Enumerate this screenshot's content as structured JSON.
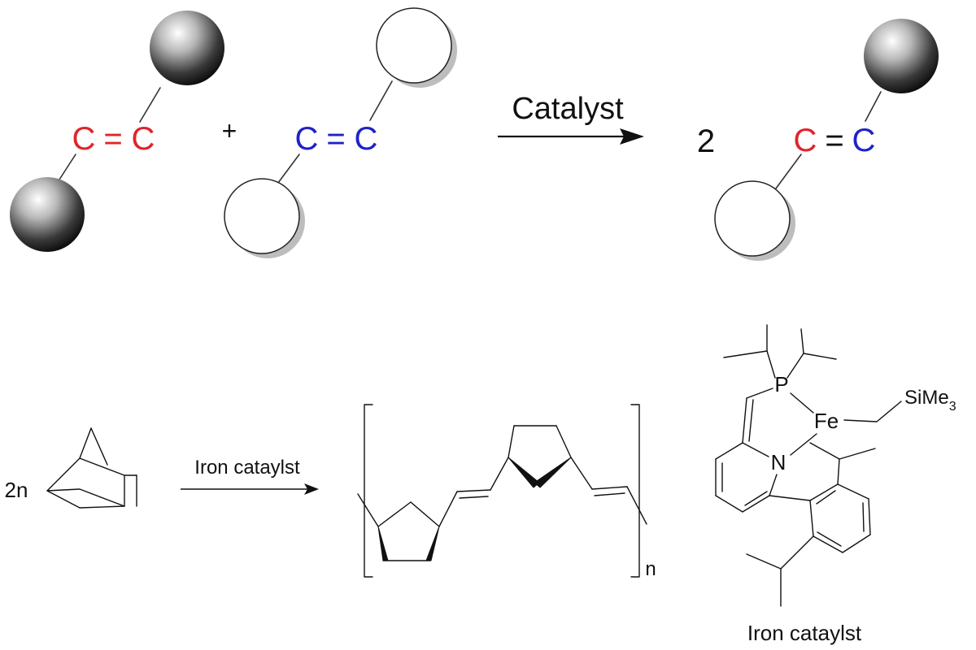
{
  "top_scheme": {
    "reactant1": {
      "atom1": "C",
      "atom2": "C",
      "bond": "=",
      "atom_color": "#e0242b",
      "ball_style": "filled-gray"
    },
    "plus": "+",
    "reactant2": {
      "atom1": "C",
      "atom2": "C",
      "bond": "=",
      "atom_color": "#1f22c8",
      "ball_style": "open"
    },
    "arrow_label": "Catalyst",
    "coefficient": "2",
    "product": {
      "atom1": "C",
      "atom2": "C",
      "bond": "=",
      "atom1_color": "#e0242b",
      "atom2_color": "#1f22c8"
    }
  },
  "bottom_scheme": {
    "coefficient": "2n",
    "arrow_label": "Iron cataylst",
    "repeat_subscript": "n"
  },
  "catalyst_structure": {
    "phosphorus": "P",
    "iron": "Fe",
    "nitrogen": "N",
    "silyl_group": "SiMe",
    "silyl_subscript": "3",
    "caption": "Iron cataylst"
  }
}
